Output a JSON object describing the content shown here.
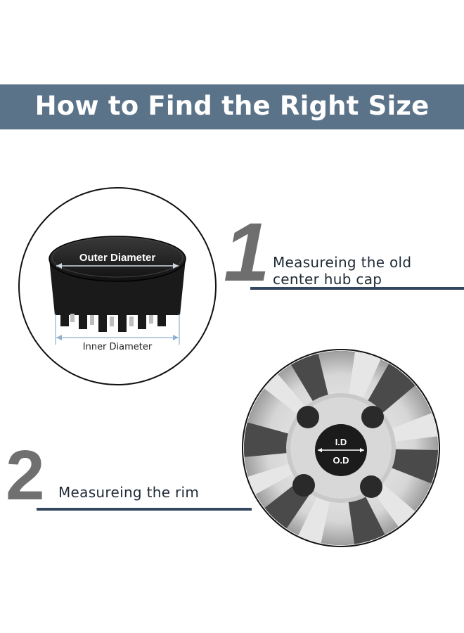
{
  "header": {
    "title": "How to Find the Right Size"
  },
  "step1": {
    "number": "1",
    "text_line1": "Measureing the old",
    "text_line2": "center hub cap"
  },
  "step2": {
    "number": "2",
    "text": "Measureing the rim"
  },
  "hubcap_labels": {
    "outer": "Outer Diameter",
    "inner": "Inner Diameter"
  },
  "rim_labels": {
    "id": "I.D",
    "od": "O.D"
  },
  "colors": {
    "banner": "#5b7389",
    "rule": "#33485f",
    "number": "#6e6e6e"
  }
}
